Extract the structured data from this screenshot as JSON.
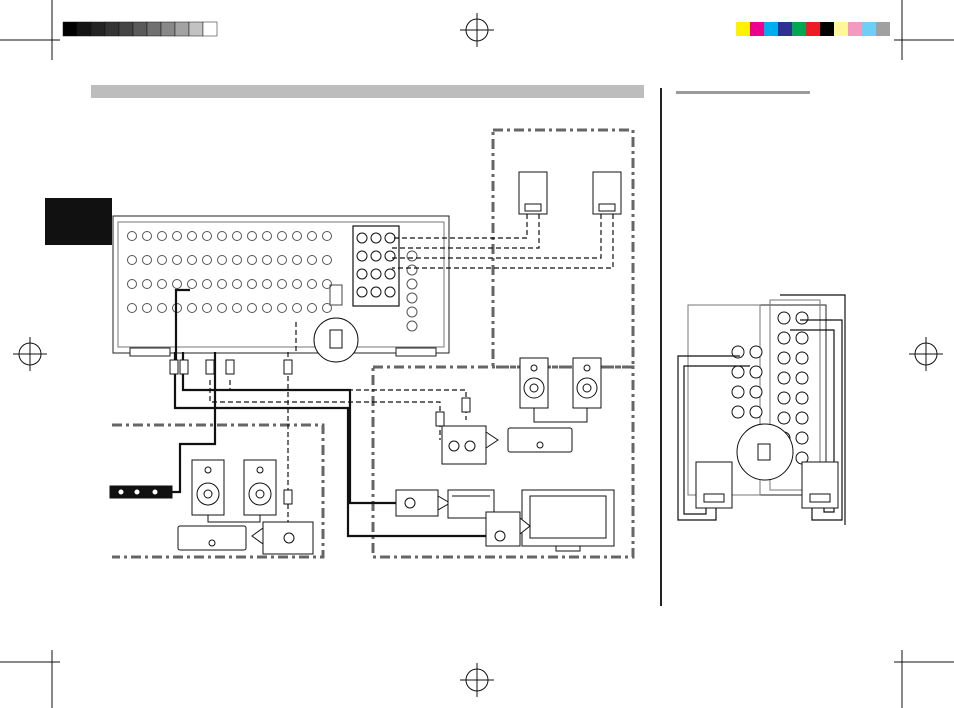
{
  "palette": {
    "ink": "#111111",
    "grey_bar": "#bdbdbd",
    "swatches_dark": [
      "#000000",
      "#141414",
      "#242424",
      "#343434",
      "#454545",
      "#5a5a5a",
      "#707070",
      "#888888",
      "#a3a3a3",
      "#c2c2c2",
      "#ffffff"
    ],
    "swatches_color": [
      "#fff200",
      "#ec008c",
      "#00aeef",
      "#2e3192",
      "#00a651",
      "#ed1c24",
      "#000000",
      "#fff799",
      "#f49ac1",
      "#6dcff6",
      "#a0a0a0"
    ]
  },
  "diagram": {
    "blocks": [
      "receiver-rear-panel",
      "front-speakers",
      "powered-speakers-zone-b",
      "powered-speakers-zone-a",
      "ir-sensor",
      "tv-monitor",
      "video-amp",
      "receiver-detail-view"
    ]
  }
}
